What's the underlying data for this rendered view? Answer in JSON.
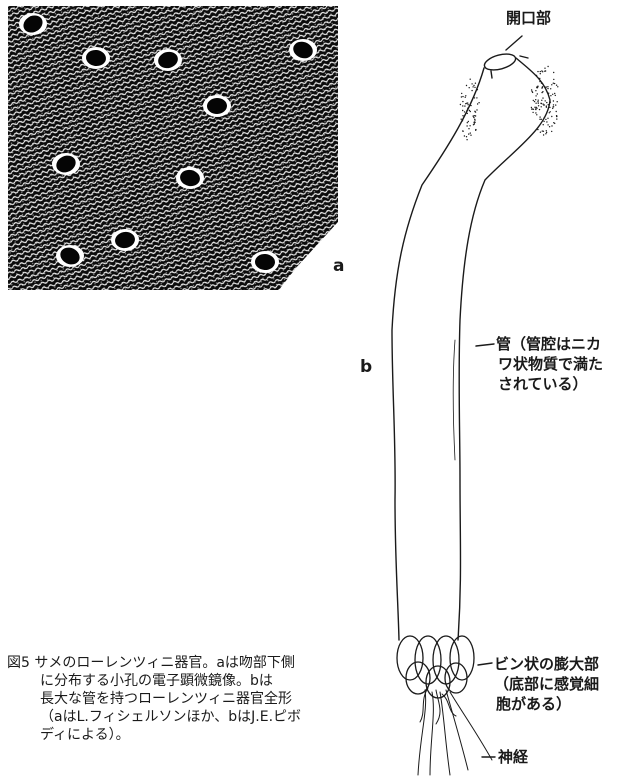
{
  "figure": {
    "panel_a_label": "a",
    "panel_b_label": "b",
    "micrograph": {
      "description_icon": "sem-micrograph",
      "pores": 10
    },
    "labels": {
      "opening": "開口部",
      "tube": [
        "管（管腔はニカ",
        "ワ状物質で満た",
        "されている）"
      ],
      "ampulla": [
        "ビン状の膨大部",
        "（底部に感覚細",
        "胞がある）"
      ],
      "nerve": "神経"
    },
    "caption": {
      "lines": [
        "図5 サメのローレンツィニ器官。aは吻部下側",
        "に分布する小孔の電子顕微鏡像。bは",
        "長大な管を持つローレンツィニ器官全形",
        "（aはL.フィシェルソンほか、bはJ.E.ピボ",
        "ディによる）。"
      ]
    },
    "colors": {
      "ink": "#1a1a1a",
      "background": "#ffffff"
    }
  }
}
